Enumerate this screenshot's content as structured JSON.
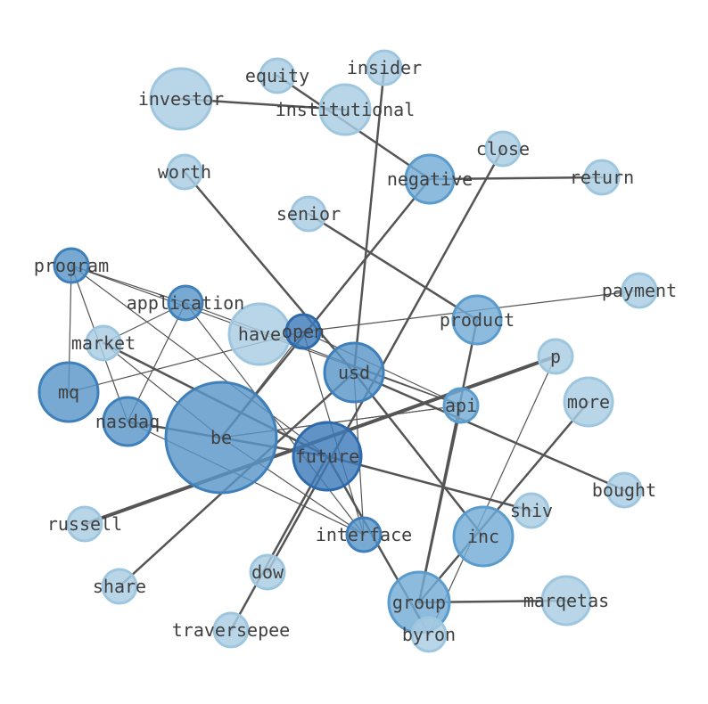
{
  "colors": {
    "background": "#ffffff",
    "edge": "#555555",
    "label": "#3f3f3f",
    "tiers": {
      "light": {
        "fill": "#a9cde3",
        "stroke": "#9ec6df"
      },
      "mid": {
        "fill": "#74acd6",
        "stroke": "#5a9ccd"
      },
      "strong": {
        "fill": "#5a96c8",
        "stroke": "#3f80bb"
      },
      "dark": {
        "fill": "#3f7bbb",
        "stroke": "#2e6aaa"
      }
    }
  },
  "nodes": [
    {
      "id": "investor",
      "label": "investor",
      "tier": "light"
    },
    {
      "id": "equity",
      "label": "equity",
      "tier": "light"
    },
    {
      "id": "insider",
      "label": "insider",
      "tier": "light"
    },
    {
      "id": "institutional",
      "label": "institutional",
      "tier": "light"
    },
    {
      "id": "close",
      "label": "close",
      "tier": "light"
    },
    {
      "id": "worth",
      "label": "worth",
      "tier": "light"
    },
    {
      "id": "negative",
      "label": "negative",
      "tier": "mid"
    },
    {
      "id": "return",
      "label": "return",
      "tier": "light"
    },
    {
      "id": "senior",
      "label": "senior",
      "tier": "light"
    },
    {
      "id": "program",
      "label": "program",
      "tier": "strong"
    },
    {
      "id": "payment",
      "label": "payment",
      "tier": "light"
    },
    {
      "id": "application",
      "label": "application",
      "tier": "strong"
    },
    {
      "id": "have",
      "label": "have",
      "tier": "light"
    },
    {
      "id": "open",
      "label": "open",
      "tier": "dark"
    },
    {
      "id": "product",
      "label": "product",
      "tier": "mid"
    },
    {
      "id": "market",
      "label": "market",
      "tier": "light"
    },
    {
      "id": "usd",
      "label": "usd",
      "tier": "strong"
    },
    {
      "id": "p",
      "label": "p",
      "tier": "light"
    },
    {
      "id": "mq",
      "label": "mq",
      "tier": "strong"
    },
    {
      "id": "more",
      "label": "more",
      "tier": "light"
    },
    {
      "id": "api",
      "label": "api",
      "tier": "mid"
    },
    {
      "id": "nasdaq",
      "label": "nasdaq",
      "tier": "strong"
    },
    {
      "id": "be",
      "label": "be",
      "tier": "strong"
    },
    {
      "id": "future",
      "label": "future",
      "tier": "dark"
    },
    {
      "id": "bought",
      "label": "bought",
      "tier": "light"
    },
    {
      "id": "shiv",
      "label": "shiv",
      "tier": "light"
    },
    {
      "id": "russell",
      "label": "russell",
      "tier": "light"
    },
    {
      "id": "interface",
      "label": "interface",
      "tier": "strong"
    },
    {
      "id": "inc",
      "label": "inc",
      "tier": "mid"
    },
    {
      "id": "dow",
      "label": "dow",
      "tier": "light"
    },
    {
      "id": "share",
      "label": "share",
      "tier": "light"
    },
    {
      "id": "group",
      "label": "group",
      "tier": "mid"
    },
    {
      "id": "marqetas",
      "label": "marqetas",
      "tier": "light"
    },
    {
      "id": "traversepee",
      "label": "traversepee",
      "tier": "light"
    },
    {
      "id": "byron",
      "label": "byron",
      "tier": "light"
    }
  ],
  "edges": [
    {
      "from": "investor",
      "to": "institutional",
      "weight": 2
    },
    {
      "from": "equity",
      "to": "negative",
      "weight": 2
    },
    {
      "from": "insider",
      "to": "usd",
      "weight": 2
    },
    {
      "from": "close",
      "to": "dow",
      "weight": 2
    },
    {
      "from": "worth",
      "to": "usd",
      "weight": 2
    },
    {
      "from": "negative",
      "to": "return",
      "weight": 2
    },
    {
      "from": "negative",
      "to": "be",
      "weight": 2
    },
    {
      "from": "senior",
      "to": "product",
      "weight": 2
    },
    {
      "from": "program",
      "to": "mq",
      "weight": 1
    },
    {
      "from": "program",
      "to": "nasdaq",
      "weight": 1
    },
    {
      "from": "program",
      "to": "application",
      "weight": 1
    },
    {
      "from": "program",
      "to": "api",
      "weight": 1
    },
    {
      "from": "program",
      "to": "future",
      "weight": 1
    },
    {
      "from": "application",
      "to": "market",
      "weight": 1
    },
    {
      "from": "application",
      "to": "nasdaq",
      "weight": 1
    },
    {
      "from": "application",
      "to": "interface",
      "weight": 1
    },
    {
      "from": "application",
      "to": "api",
      "weight": 1
    },
    {
      "from": "open",
      "to": "payment",
      "weight": 1
    },
    {
      "from": "open",
      "to": "mq",
      "weight": 1
    },
    {
      "from": "open",
      "to": "be",
      "weight": 1
    },
    {
      "from": "open",
      "to": "interface",
      "weight": 1
    },
    {
      "from": "open",
      "to": "api",
      "weight": 1
    },
    {
      "from": "market",
      "to": "future",
      "weight": 2
    },
    {
      "from": "market",
      "to": "be",
      "weight": 1
    },
    {
      "from": "usd",
      "to": "bought",
      "weight": 2
    },
    {
      "from": "usd",
      "to": "inc",
      "weight": 2
    },
    {
      "from": "usd",
      "to": "interface",
      "weight": 1
    },
    {
      "from": "usd",
      "to": "share",
      "weight": 2
    },
    {
      "from": "p",
      "to": "russell",
      "weight": 3
    },
    {
      "from": "p",
      "to": "byron",
      "weight": 1
    },
    {
      "from": "more",
      "to": "group",
      "weight": 2
    },
    {
      "from": "api",
      "to": "group",
      "weight": 2
    },
    {
      "from": "api",
      "to": "be",
      "weight": 1
    },
    {
      "from": "nasdaq",
      "to": "future",
      "weight": 2
    },
    {
      "from": "nasdaq",
      "to": "interface",
      "weight": 1
    },
    {
      "from": "be",
      "to": "future",
      "weight": 1
    },
    {
      "from": "be",
      "to": "api",
      "weight": 1
    },
    {
      "from": "be",
      "to": "interface",
      "weight": 1
    },
    {
      "from": "future",
      "to": "shiv",
      "weight": 2
    },
    {
      "from": "future",
      "to": "traversepee",
      "weight": 2
    },
    {
      "from": "future",
      "to": "byron",
      "weight": 2
    },
    {
      "from": "product",
      "to": "group",
      "weight": 2
    },
    {
      "from": "group",
      "to": "marqetas",
      "weight": 2
    }
  ]
}
